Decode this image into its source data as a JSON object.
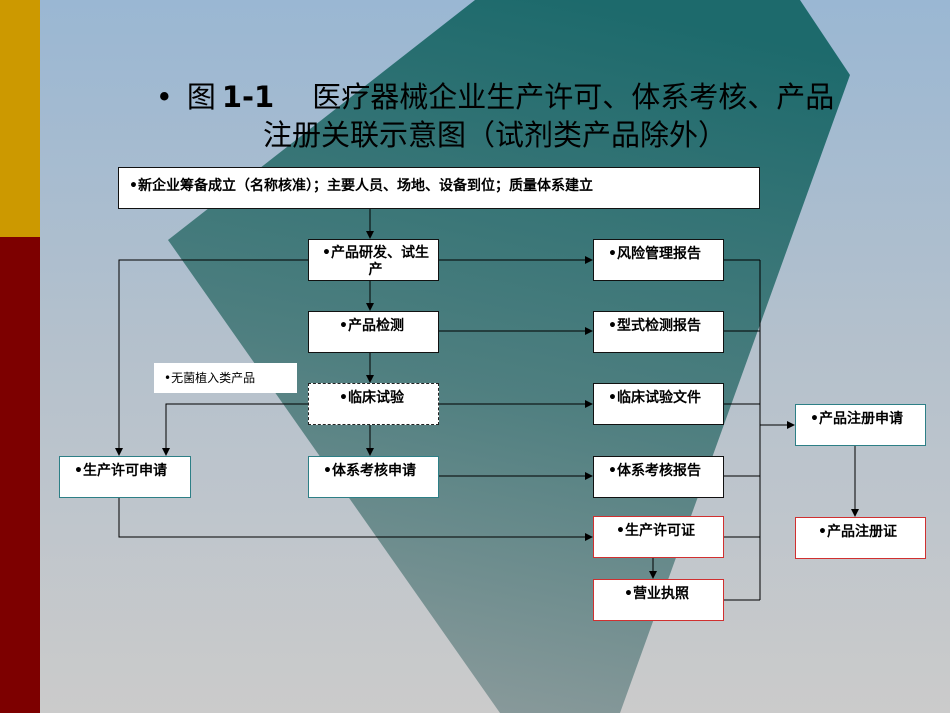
{
  "colors": {
    "gold_bar": "#cc9900",
    "maroon_bar": "#7d0000",
    "background_gradient_top": "#9bb8d0",
    "background_gradient_bottom": "#c9c9c9",
    "teal_shape": "#1f6b6b",
    "red_border": "#d03030"
  },
  "title": {
    "bullet": "•",
    "prefix": "图",
    "number": "1-1",
    "line1": "医疗器械企业生产许可、体系考核、产品",
    "line2": "注册关联示意图（试剂类产品除外）"
  },
  "diagram": {
    "top_box": "•新企业筹备成立（名称核准）；主要人员、场地、设备到位；质量体系建立",
    "rd_box": "•产品研发、试生产",
    "testing_box": "•产品检测",
    "sterile_note": "•无菌植入类产品",
    "clinical_box": "•临床试验",
    "system_apply_box": "•体系考核申请",
    "license_apply_box": "•生产许可申请",
    "risk_box": "•风险管理报告",
    "type_test_box": "•型式检测报告",
    "clinical_doc_box": "•临床试验文件",
    "system_report_box": "•体系考核报告",
    "prod_license_box": "•生产许可证",
    "business_license_box": "•营业执照",
    "reg_apply_box": "•产品注册申请",
    "reg_cert_box": "•产品注册证"
  }
}
